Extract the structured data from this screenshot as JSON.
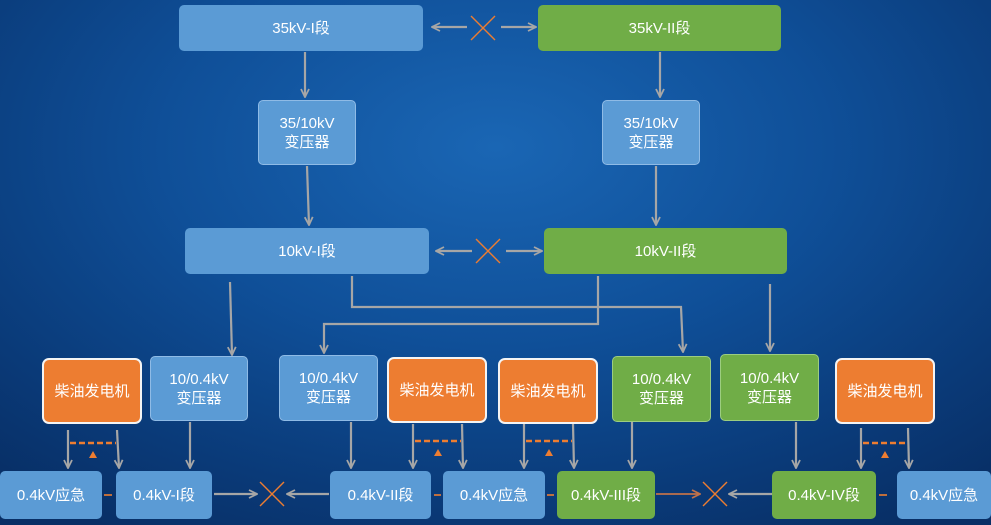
{
  "buses": {
    "bus_35kv_1": "35kV-I段",
    "bus_35kv_2": "35kV-II段",
    "bus_10kv_1": "10kV-I段",
    "bus_10kv_2": "10kV-II段",
    "bus_04kv_1": "0.4kV-I段",
    "bus_04kv_2": "0.4kV-II段",
    "bus_04kv_3": "0.4kV-III段",
    "bus_04kv_4": "0.4kV-IV段"
  },
  "transformers": {
    "t35_line1": "35/10kV",
    "t35_line2": "变压器",
    "t10_line1": "10/0.4kV",
    "t10_line2": "变压器"
  },
  "generator_label": "柴油发电机",
  "emergency_label": "0.4kV应急",
  "colors": {
    "blue_box": "#5b9bd5",
    "green_box": "#70ad47",
    "orange_box": "#ed7d31",
    "connector": "#a6a6a6",
    "cross": "#ed7d31"
  }
}
